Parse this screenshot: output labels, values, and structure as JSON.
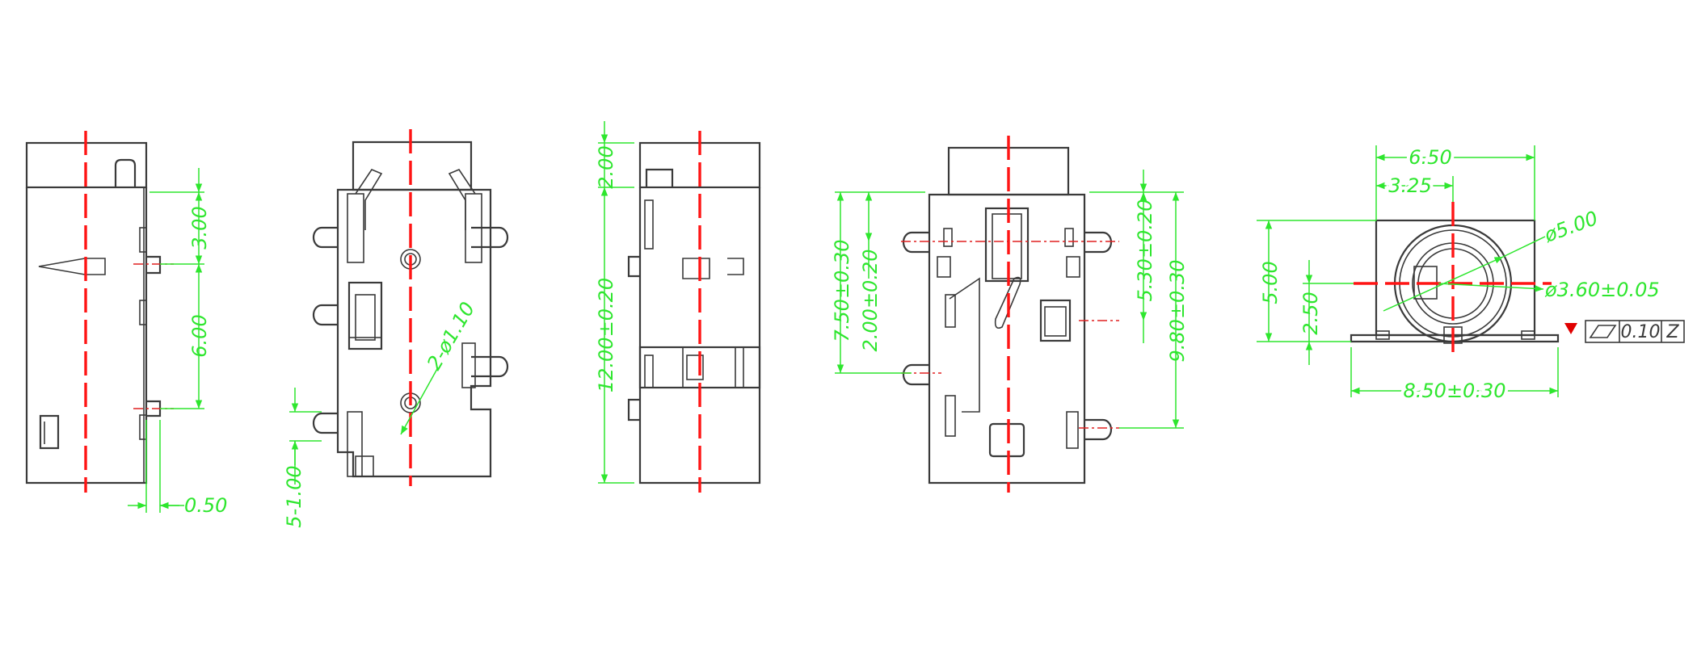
{
  "dimensions": {
    "v1_top": "3.00",
    "v1_mid": "6.00",
    "v1_bottom": "0.50",
    "v2_pitch": "5-1.00",
    "v2_holes": "2-ø1.10",
    "v3_top": "2.00",
    "v3_height": "12.00±0.20",
    "v4_a": "7.50±0.30",
    "v4_b": "2.00±0.20",
    "v4_c": "5.30±0.20",
    "v4_d": "9.80±0.30",
    "v5_width": "6.50",
    "v5_half": "3.25",
    "v5_height": "5.00",
    "v5_center": "2.50",
    "v5_outer_dia": "ø5.00",
    "v5_inner_dia": "ø3.60±0.05",
    "v5_base": "8.50±0.30"
  },
  "tolerance_frame": {
    "value": "0.10",
    "datum": "Z"
  },
  "colors": {
    "outline": "#3a3a3a",
    "dimension": "#2ee62e",
    "centerline": "#ff1414",
    "datum_marker": "#e00000"
  }
}
